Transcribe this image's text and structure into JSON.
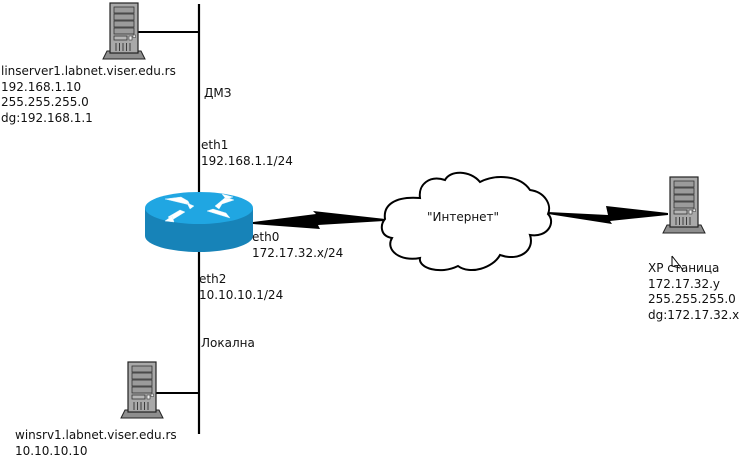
{
  "diagram": {
    "type": "network-topology",
    "segments": {
      "dmz": "ДМЗ",
      "lan": "Локална"
    },
    "router": {
      "eth1": {
        "name": "eth1",
        "ip": "192.168.1.1/24"
      },
      "eth0": {
        "name": "eth0",
        "ip": "172.17.32.x/24"
      },
      "eth2": {
        "name": "eth2",
        "ip": "10.10.10.1/24"
      }
    },
    "cloud": {
      "label": "\"Интернет\""
    },
    "hosts": {
      "linserver": {
        "hostname": "linserver1.labnet.viser.edu.rs",
        "ip": "192.168.1.10",
        "mask": "255.255.255.0",
        "gateway": "dg:192.168.1.1"
      },
      "winserver": {
        "hostname": "winsrv1.labnet.viser.edu.rs",
        "ip": "10.10.10.10"
      },
      "xp": {
        "name": "XP станица",
        "ip": "172.17.32.y",
        "mask": "255.255.255.0",
        "gateway": "dg:172.17.32.x"
      }
    },
    "colors": {
      "router_top": "#1fa3e0",
      "router_side": "#1783b8",
      "server_body": "#a8a8a8",
      "line": "#000000"
    }
  }
}
